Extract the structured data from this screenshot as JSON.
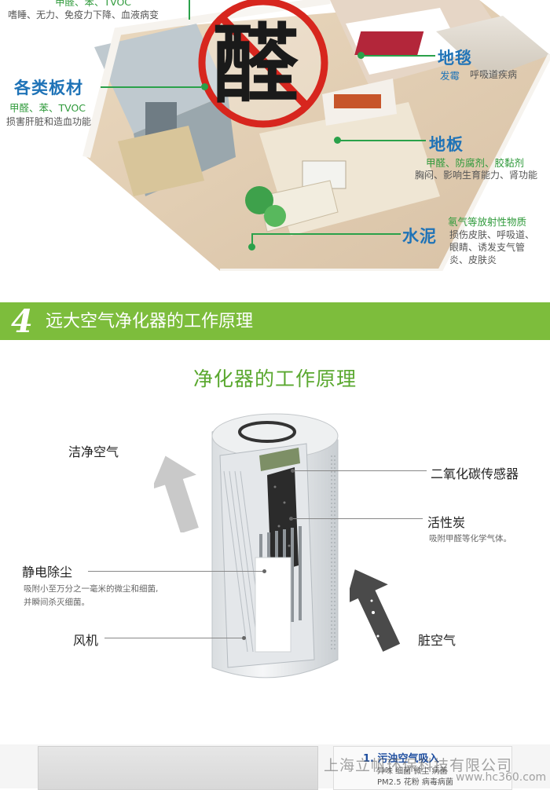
{
  "house": {
    "top_left": {
      "line1": "甲醛、苯、TVOC",
      "line2": "嗜睡、无力、免疫力下降、血液病变"
    },
    "stamp_char": "醛",
    "boards": {
      "title": "各类板材",
      "line1": "甲醛、苯、TVOC",
      "line2": "损害肝脏和造血功能"
    },
    "carpet": {
      "title": "地毯",
      "tag": "发霉",
      "desc": "呼吸道疾病"
    },
    "floor": {
      "title": "地板",
      "line1": "甲醛、防腐剂、胶黏剂",
      "line2": "胸闷、影响生育能力、肾功能"
    },
    "cement": {
      "title": "水泥",
      "line1": "氡气等放射性物质",
      "line2": "损伤皮肤、呼吸道、",
      "line3": "眼睛、诱发支气管",
      "line4": "炎、皮肤炎"
    }
  },
  "section": {
    "number": "4",
    "title": "远大空气净化器的工作原理"
  },
  "diagram": {
    "title": "净化器的工作原理",
    "clean_air": "洁净空气",
    "co2_sensor": "二氧化碳传感器",
    "carbon": {
      "label": "活性炭",
      "note": "吸附甲醛等化学气体。"
    },
    "electrostatic": {
      "label": "静电除尘",
      "note1": "吸附小至万分之一毫米的微尘和细菌,",
      "note2": "并瞬间杀灭细菌。"
    },
    "fan": "风机",
    "dirty_air": "脏空气"
  },
  "bottom": {
    "step_title": "1. 污浊空气吸入",
    "step_line1": "异味  细菌  微尘  病菌",
    "step_line2": "PM2.5  花粉  病毒病菌",
    "watermark_cn": "上海立帆环保科技有限公司",
    "watermark_url": "www.hc360.com"
  },
  "colors": {
    "accent_green": "#7dbd3c",
    "title_blue": "#1f73b7",
    "text_green": "#2f9a3b",
    "stamp_red": "#d7261e"
  }
}
